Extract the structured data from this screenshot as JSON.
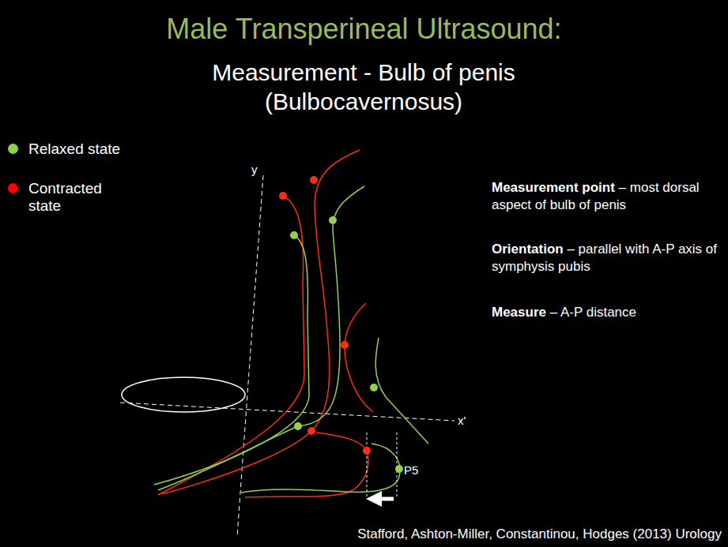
{
  "diagram": {
    "title": "Male Transperineal Ultrasound:",
    "caption": "Stafford, Ashton-Miller, Constantinou, Hodges (2013) Urology",
    "labels": [
      "Measurement - Bulb of penis (Bulbocavernosus)",
      "y",
      "x'",
      "P5",
      "Measurement point",
      "– most dorsal aspect of bulb of penis",
      "Orientation",
      "– parallel with A-P axis of symphysis pubis",
      "Measure",
      "– A-P distance"
    ],
    "legend": [
      {
        "text": "Relaxed state",
        "color": "#92d050"
      },
      {
        "text": "Contracted state",
        "color": "#ff0000"
      }
    ]
  }
}
